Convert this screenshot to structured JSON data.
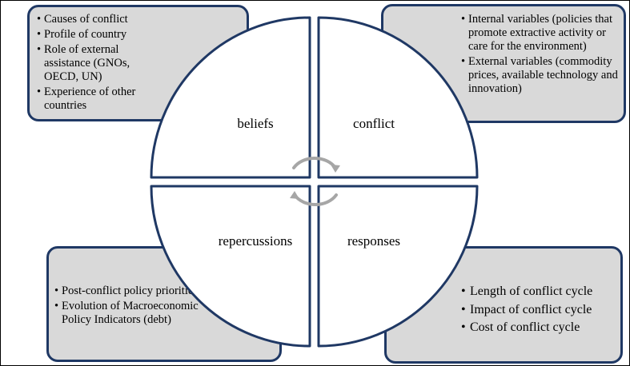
{
  "boxes": {
    "top_left": [
      "Causes of conflict",
      "Profile of country",
      "Role of external assistance (GNOs, OECD, UN)",
      "Experience of other countries"
    ],
    "top_right": [
      "Internal variables (policies that promote extractive activity or care for the environment)",
      "External variables (commodity prices, available technology and innovation)"
    ],
    "bottom_left": [
      "Post-conflict policy priorities",
      "Evolution of Macroeconomic Policy Indicators (debt)"
    ],
    "bottom_right": [
      "Length of conflict cycle",
      "Impact of conflict cycle",
      "Cost of conflict cycle"
    ]
  },
  "quadrants": {
    "beliefs": "beliefs",
    "conflict": "conflict",
    "repercussions": "repercussions",
    "responses": "responses"
  },
  "colors": {
    "box_fill": "#d9d9d9",
    "outline": "#1f3864",
    "cycle_arrow": "#a6a6a6"
  },
  "icons": {
    "cycle": "circular-arrows-icon"
  }
}
